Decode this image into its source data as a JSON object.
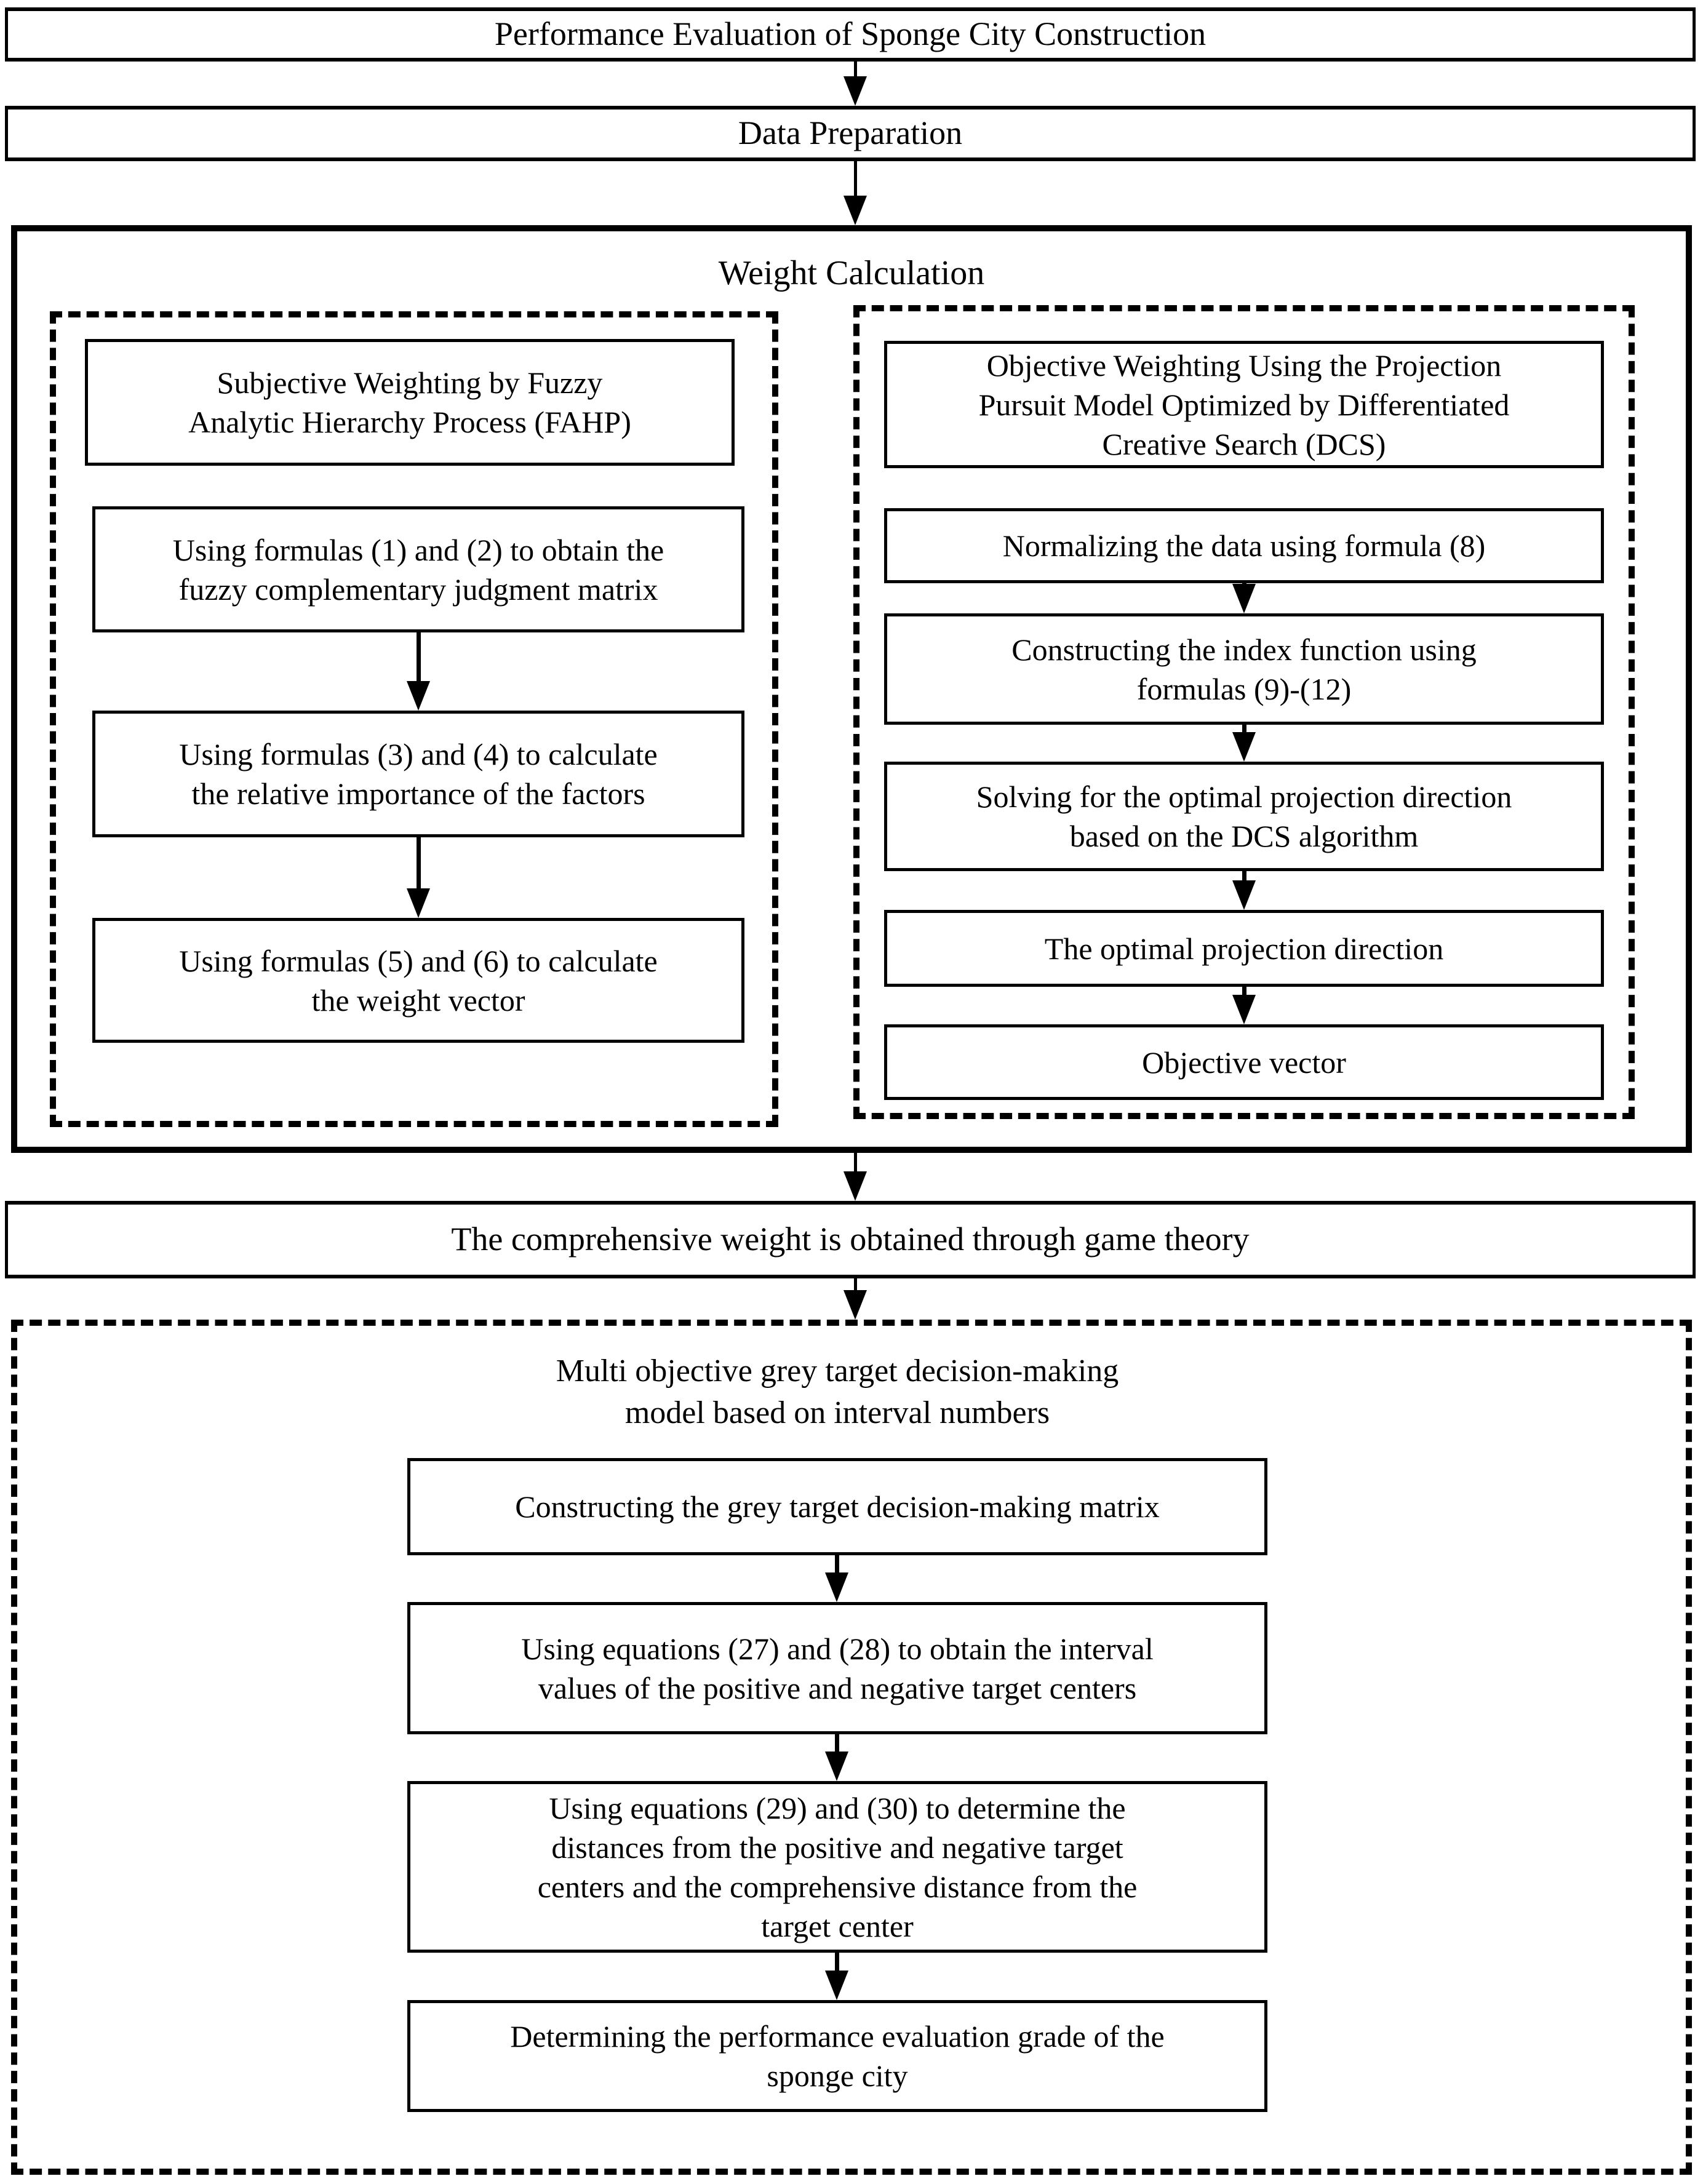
{
  "colors": {
    "ink": "#000000",
    "background": "#ffffff"
  },
  "diagram": {
    "title": "Performance Evaluation of Sponge City Construction",
    "data_preparation": "Data Preparation",
    "weight_calculation": {
      "label": "Weight Calculation",
      "subjective": {
        "title": "Subjective Weighting by Fuzzy\nAnalytic Hierarchy Process (FAHP)",
        "steps": [
          "Using formulas (1) and (2) to obtain the\nfuzzy complementary judgment matrix",
          "Using formulas (3) and (4) to calculate\nthe relative importance of the factors",
          "Using formulas (5) and (6) to calculate\nthe weight vector"
        ]
      },
      "objective": {
        "title": "Objective Weighting Using the Projection\nPursuit Model Optimized by Differentiated\nCreative Search (DCS)",
        "steps": [
          "Normalizing the data using formula (8)",
          "Constructing the index function using\nformulas (9)-(12)",
          "Solving for the optimal projection direction\nbased on the DCS algorithm",
          "The optimal projection direction",
          "Objective vector"
        ]
      }
    },
    "game_theory": "The comprehensive weight is obtained through game theory",
    "grey_target": {
      "title": "Multi objective grey target decision-making\nmodel based on interval numbers",
      "steps": [
        "Constructing the grey target decision-making matrix",
        "Using equations (27) and (28) to obtain the interval\nvalues of the positive and negative target centers",
        "Using equations (29) and (30) to determine the\ndistances from the positive and negative target\ncenters and the comprehensive distance from the\ntarget center",
        "Determining the performance evaluation grade of the\nsponge city"
      ]
    }
  }
}
